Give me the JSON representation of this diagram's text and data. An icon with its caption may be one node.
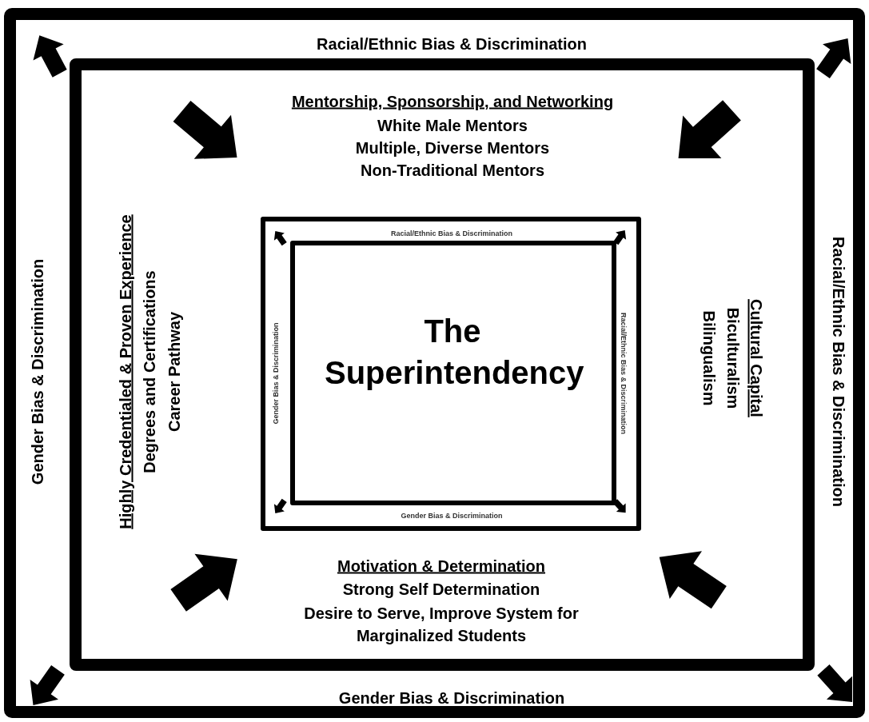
{
  "diagram": {
    "nodes": [
      {
        "text": [
          "Racial/Ethnic Bias & Discrimination",
          "Gender Bias & Discrimination",
          "Racial/Ethnic Bias & Discrimination",
          "Gender Bias & Discrimination"
        ]
      },
      {
        "text": [],
        "shape": "box",
        "in": 0
      },
      {
        "text": [
          "Racial/Ethnic Bias & Discrimination",
          "Gender Bias & Discrimination",
          "Racial/Ethnic Bias & Discrimination",
          "Gender Bias & Discrimination"
        ],
        "in": 1
      },
      {
        "text": [
          "The Superintendency"
        ],
        "in": 2
      }
    ],
    "labels": [
      "Mentorship, Sponsorship, and Networking",
      "White Male Mentors",
      "Multiple, Diverse Mentors",
      "Non-Traditional Mentors",
      "Highly Credentialed & Proven Experience",
      "Degrees and Certifications",
      "Career Pathway",
      "Cultural Capital",
      "Biculturalism",
      "Bilingualism",
      "Motivation & Determination",
      "Strong Self Determination",
      "Desire to Serve, Improve System for Marginalized Students"
    ]
  }
}
